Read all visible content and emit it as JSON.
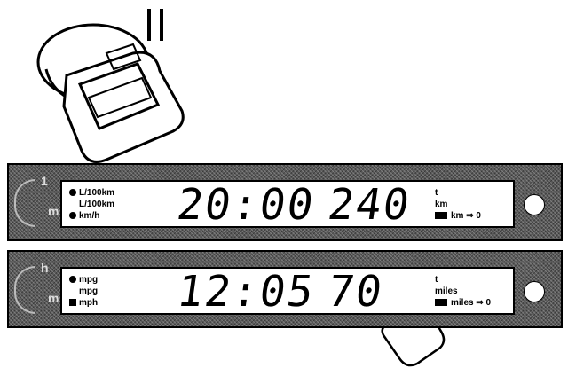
{
  "display_top": {
    "side_labels": [
      "1",
      "m"
    ],
    "units_left": [
      {
        "marker": "dot",
        "text": "L/100km"
      },
      {
        "marker": "none",
        "text": "L/100km"
      },
      {
        "marker": "dot",
        "text": "km/h"
      }
    ],
    "time": "20:00",
    "distance": "240",
    "units_right": {
      "line1": "t",
      "line2": "km",
      "line3": "km ⇒ 0"
    }
  },
  "display_bottom": {
    "side_labels": [
      "h",
      "m"
    ],
    "units_left": [
      {
        "marker": "dot",
        "text": "mpg"
      },
      {
        "marker": "none",
        "text": "mpg"
      },
      {
        "marker": "square",
        "text": "mph"
      }
    ],
    "time": "12:05",
    "distance": "70",
    "units_right": {
      "line1": "t",
      "line2": "miles",
      "line3": "miles ⇒ 0"
    }
  },
  "icons": {
    "rotary": "rotary-knob-icon",
    "pause": "pause-icon",
    "hand": "pointing-hand-icon",
    "button": "reset-button-icon"
  }
}
